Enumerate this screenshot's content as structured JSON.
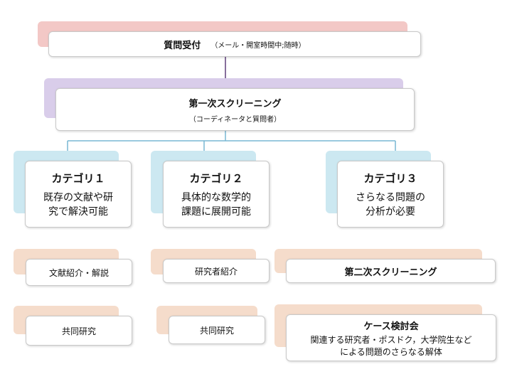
{
  "colors": {
    "tier1_shadow": "#f3c8c6",
    "tier2_shadow": "#d9cdea",
    "tier3_shadow": "#cce8f1",
    "tier4_shadow": "#f5dccb",
    "line_dark": "#5f3f7a",
    "line_blue": "#79b7d3"
  },
  "intake": {
    "title": "質問受付",
    "note": "（メール・開室時間中;随時）"
  },
  "screening1": {
    "title": "第一次スクリーニング",
    "note": "（コーディネータと質問者）"
  },
  "categories": [
    {
      "title": "カテゴリ１",
      "line1": "既存の文献や研",
      "line2": "究で解決可能"
    },
    {
      "title": "カテゴリ２",
      "line1": "具体的な数学的",
      "line2": "課題に展開可能"
    },
    {
      "title": "カテゴリ３",
      "line1": "さらなる問題の",
      "line2": "分析が必要"
    }
  ],
  "outcomes": {
    "c1_top": "文献紹介・解説",
    "c1_bottom": "共同研究",
    "c2_top": "研究者紹介",
    "c2_bottom": "共同研究",
    "c3_top": "第二次スクリーニング",
    "c3_bottom_title": "ケース検討会",
    "c3_bottom_line1": "関連する研究者・ポスドク，大学院生など",
    "c3_bottom_line2": "による問題のさらなる解体"
  }
}
